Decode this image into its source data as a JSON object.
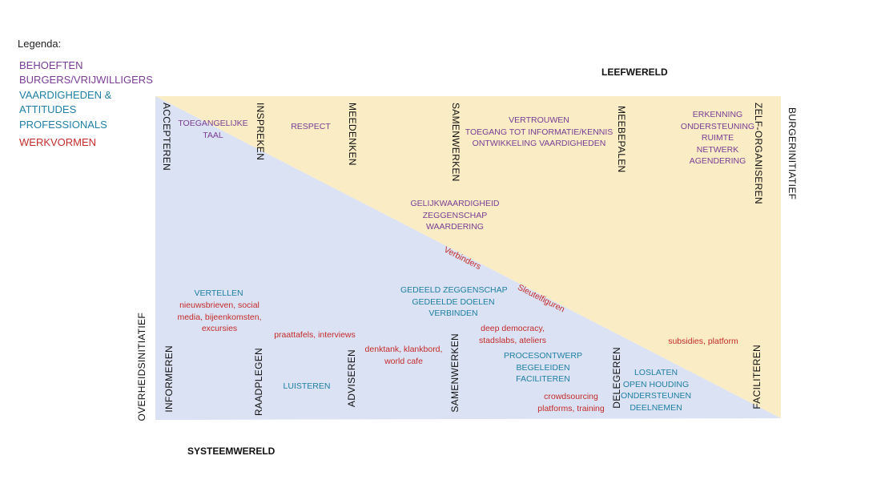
{
  "colors": {
    "needs": "#7a3d95",
    "skills": "#1f7fa3",
    "methods": "#c42b2b",
    "leefwereld_area": "#faecc5",
    "systeemwereld_area": "#dbe2f3"
  },
  "legend": {
    "title": "Legenda:",
    "items": [
      {
        "text": "BEHOEFTEN",
        "category": "needs"
      },
      {
        "text": "BURGERS/VRIJWILLIGERS",
        "category": "needs"
      },
      {
        "text": "VAARDIGHEDEN &",
        "category": "skills"
      },
      {
        "text": "ATTITUDES",
        "category": "skills"
      },
      {
        "text": "PROFESSIONALS",
        "category": "skills"
      },
      {
        "text": "WERKVORMEN",
        "category": "methods"
      }
    ]
  },
  "worlds": {
    "top": "LEEFWERELD",
    "bottom": "SYSTEEMWERELD",
    "right": "BURGERINITIATIEF",
    "left": "OVERHEIDSINITIATIEF"
  },
  "top_stages": [
    "ACCEPTEREN",
    "INSPREKEN",
    "MEEDENKEN",
    "SAMENWERKEN",
    "MEEBEPALEN",
    "ZELF-ORGANISEREN"
  ],
  "bottom_stages": [
    "INFORMEREN",
    "RAADPLEGEN",
    "ADVISEREN",
    "SAMENWERKEN",
    "DELEGEREN",
    "FACILITEREN"
  ],
  "blocks": [
    {
      "category": "needs",
      "lines": [
        "TOEGANGELIJKE",
        "TAAL"
      ]
    },
    {
      "category": "needs",
      "lines": [
        "RESPECT"
      ]
    },
    {
      "category": "needs",
      "lines": [
        "VERTROUWEN",
        "TOEGANG TOT INFORMATIE/KENNIS",
        "ONTWIKKELING VAARDIGHEDEN"
      ]
    },
    {
      "category": "needs",
      "lines": [
        "ERKENNING",
        "ONDERSTEUNING",
        "RUIMTE",
        "NETWERK",
        "AGENDERING"
      ]
    },
    {
      "category": "needs",
      "lines": [
        "GELIJKWAARDIGHEID",
        "ZEGGENSCHAP",
        "WAARDERING"
      ]
    },
    {
      "category": "skills",
      "lines": [
        "VERTELLEN"
      ]
    },
    {
      "category": "methods",
      "lines": [
        "nieuwsbrieven, social",
        "media, bijeenkomsten,",
        "excursies"
      ]
    },
    {
      "category": "methods",
      "lines": [
        "praattafels, interviews"
      ]
    },
    {
      "category": "methods",
      "lines": [
        "denktank, klankbord,",
        "world cafe"
      ]
    },
    {
      "category": "skills",
      "lines": [
        "LUISTEREN"
      ]
    },
    {
      "category": "skills",
      "lines": [
        "GEDEELD ZEGGENSCHAP",
        "GEDEELDE DOELEN",
        "VERBINDEN"
      ]
    },
    {
      "category": "methods",
      "lines": [
        "deep democracy,",
        "stadslabs, ateliers"
      ]
    },
    {
      "category": "skills",
      "lines": [
        "PROCESONTWERP",
        "BEGELEIDEN",
        "FACILITEREN"
      ]
    },
    {
      "category": "methods",
      "lines": [
        "crowdsourcing",
        "platforms, training"
      ]
    },
    {
      "category": "skills",
      "lines": [
        "LOSLATEN",
        "OPEN HOUDING",
        "ONDERSTEUNEN",
        "DEELNEMEN"
      ]
    },
    {
      "category": "methods",
      "lines": [
        "subsidies, platform"
      ]
    }
  ],
  "diagonal_labels": [
    "Verbinders",
    "Sleutelfiguren"
  ]
}
